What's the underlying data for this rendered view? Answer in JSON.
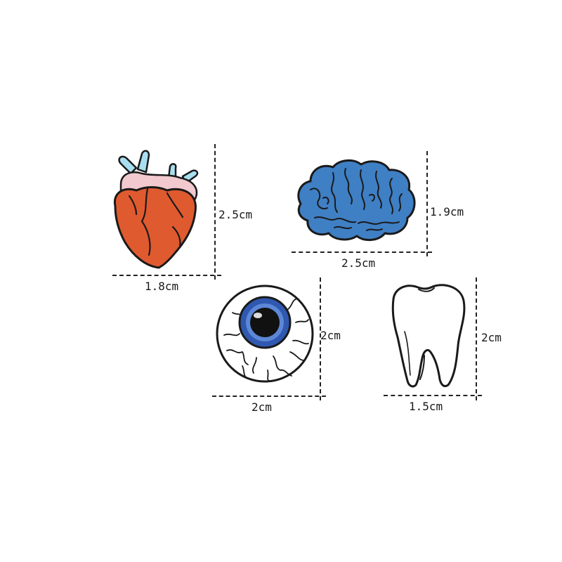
{
  "pins": [
    {
      "id": "heart",
      "icon": "heart-organ-icon",
      "height_label": "2.5cm",
      "width_label": "1.8cm",
      "colors": {
        "fill": "#e05a2f",
        "top": "#f2c9cf",
        "vessels": "#a8def0",
        "outline": "#1a1a1a"
      }
    },
    {
      "id": "brain",
      "icon": "brain-icon",
      "height_label": "1.9cm",
      "width_label": "2.5cm",
      "colors": {
        "fill": "#3f7fc4",
        "outline": "#1a1a1a"
      }
    },
    {
      "id": "eye",
      "icon": "eyeball-icon",
      "height_label": "2cm",
      "width_label": "2cm",
      "colors": {
        "iris": "#2f58b0",
        "pupil": "#111111",
        "sclera": "#ffffff",
        "veins": "#1a1a1a"
      }
    },
    {
      "id": "tooth",
      "icon": "tooth-icon",
      "height_label": "2cm",
      "width_label": "1.5cm",
      "colors": {
        "fill": "#ffffff",
        "outline": "#1a1a1a"
      }
    }
  ]
}
